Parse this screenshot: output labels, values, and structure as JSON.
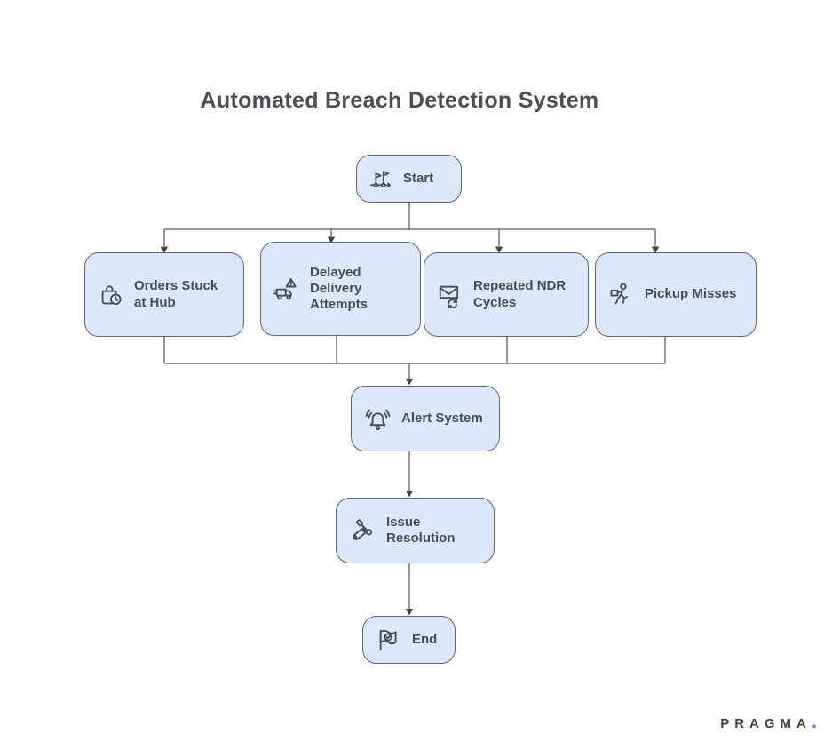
{
  "title": "Automated Breach Detection System",
  "brand": {
    "name": "PRAGMA",
    "dot": "."
  },
  "colors": {
    "background": "#ffffff",
    "node_fill": "#dce7f9",
    "node_border": "#5f6570",
    "connector_line": "#70747a",
    "arrowhead": "#3e4247",
    "label_text": "#484d55",
    "title_text": "#4a4e55",
    "brand_text": "#3d4248",
    "brand_dot": "#4c7ef3"
  },
  "nodes": {
    "start": {
      "label": "Start",
      "icon": "milestone-flags-icon"
    },
    "orders": {
      "label": "Orders Stuck\nat Hub",
      "icon": "bag-clock-icon"
    },
    "delayed": {
      "label": "Delayed\nDelivery\nAttempts",
      "icon": "truck-warning-icon"
    },
    "ndr": {
      "label": "Repeated NDR\nCycles",
      "icon": "mail-refresh-icon"
    },
    "pickup": {
      "label": "Pickup Misses",
      "icon": "person-carrying-box-icon"
    },
    "alert": {
      "label": "Alert System",
      "icon": "ringing-bell-icon"
    },
    "issue": {
      "label": "Issue\nResolution",
      "icon": "tools-icon"
    },
    "end": {
      "label": "End",
      "icon": "finish-flag-check-icon"
    }
  },
  "edges": [
    {
      "from": "start",
      "to": "orders"
    },
    {
      "from": "start",
      "to": "delayed"
    },
    {
      "from": "start",
      "to": "ndr"
    },
    {
      "from": "start",
      "to": "pickup"
    },
    {
      "from": "orders",
      "to": "alert"
    },
    {
      "from": "delayed",
      "to": "alert"
    },
    {
      "from": "ndr",
      "to": "alert"
    },
    {
      "from": "pickup",
      "to": "alert"
    },
    {
      "from": "alert",
      "to": "issue"
    },
    {
      "from": "issue",
      "to": "end"
    }
  ]
}
